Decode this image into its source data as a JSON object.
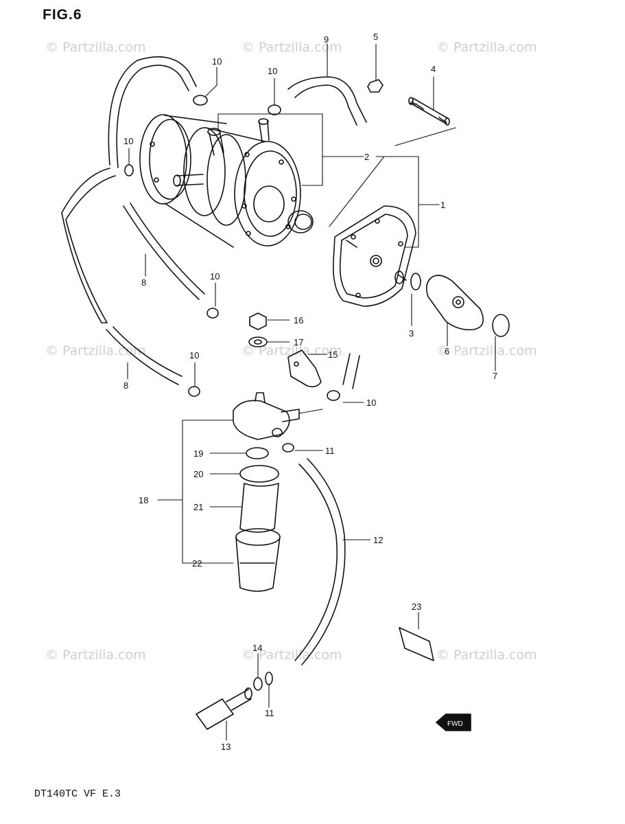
{
  "figure": {
    "title": "FIG.6",
    "model_code": "DT140TC VF E.3"
  },
  "watermark": {
    "text": "© Partzilla.com"
  },
  "callouts": {
    "c1": "1",
    "c2": "2",
    "c3": "3",
    "c4": "4",
    "c5": "5",
    "c6": "6",
    "c7": "7",
    "c8a": "8",
    "c8b": "8",
    "c9": "9",
    "c10a": "10",
    "c10b": "10",
    "c10c": "10",
    "c10d": "10",
    "c10e": "10",
    "c10f": "10",
    "c11a": "11",
    "c11b": "11",
    "c12": "12",
    "c13": "13",
    "c14": "14",
    "c15": "15",
    "c16": "16",
    "c17": "17",
    "c18": "18",
    "c19": "19",
    "c20": "20",
    "c21": "21",
    "c22": "22",
    "c23": "23"
  },
  "fwd_label": "FWD",
  "colors": {
    "ink": "#111111",
    "watermark": "#cfcfcf"
  }
}
